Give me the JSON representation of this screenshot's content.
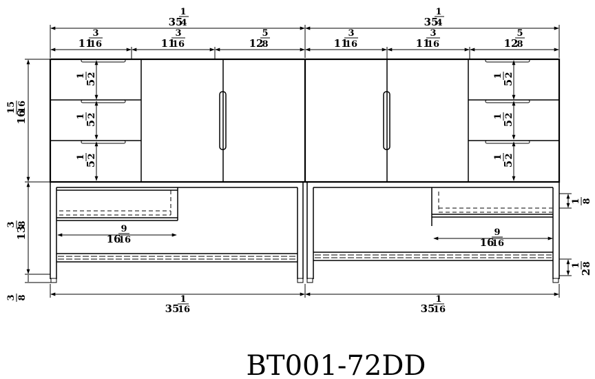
{
  "model": "BT001-72DD",
  "dims": {
    "top_left": {
      "whole": "35",
      "num": "1",
      "den": "4"
    },
    "top_right": {
      "whole": "35",
      "num": "1",
      "den": "4"
    },
    "seg_1": {
      "whole": "11",
      "num": "3",
      "den": "16"
    },
    "seg_2": {
      "whole": "11",
      "num": "3",
      "den": "16"
    },
    "seg_3": {
      "whole": "12",
      "num": "5",
      "den": "8"
    },
    "seg_4": {
      "whole": "11",
      "num": "3",
      "den": "16"
    },
    "seg_5": {
      "whole": "11",
      "num": "3",
      "den": "16"
    },
    "seg_6": {
      "whole": "12",
      "num": "5",
      "den": "8"
    },
    "height_cabinet": {
      "whole": "16",
      "num": "15",
      "den": "16"
    },
    "height_base": {
      "whole": "13",
      "num": "3",
      "den": "8"
    },
    "height_foot": {
      "whole": "",
      "num": "3",
      "den": "8"
    },
    "drawer_l1": {
      "whole": "5",
      "num": "1",
      "den": "2"
    },
    "drawer_l2": {
      "whole": "5",
      "num": "1",
      "den": "2"
    },
    "drawer_l3": {
      "whole": "5",
      "num": "1",
      "den": "2"
    },
    "drawer_r1": {
      "whole": "5",
      "num": "1",
      "den": "2"
    },
    "drawer_r2": {
      "whole": "5",
      "num": "1",
      "den": "2"
    },
    "drawer_r3": {
      "whole": "5",
      "num": "1",
      "den": "2"
    },
    "shelf_left": {
      "whole": "16",
      "num": "9",
      "den": "16"
    },
    "shelf_right": {
      "whole": "16",
      "num": "9",
      "den": "16"
    },
    "shelf_height": {
      "whole": "",
      "num": "1",
      "den": "8"
    },
    "bottom_height": {
      "whole": "2",
      "num": "1",
      "den": "8"
    },
    "bottom_left": {
      "whole": "35",
      "num": "1",
      "den": "16"
    },
    "bottom_right": {
      "whole": "35",
      "num": "1",
      "den": "16"
    }
  }
}
